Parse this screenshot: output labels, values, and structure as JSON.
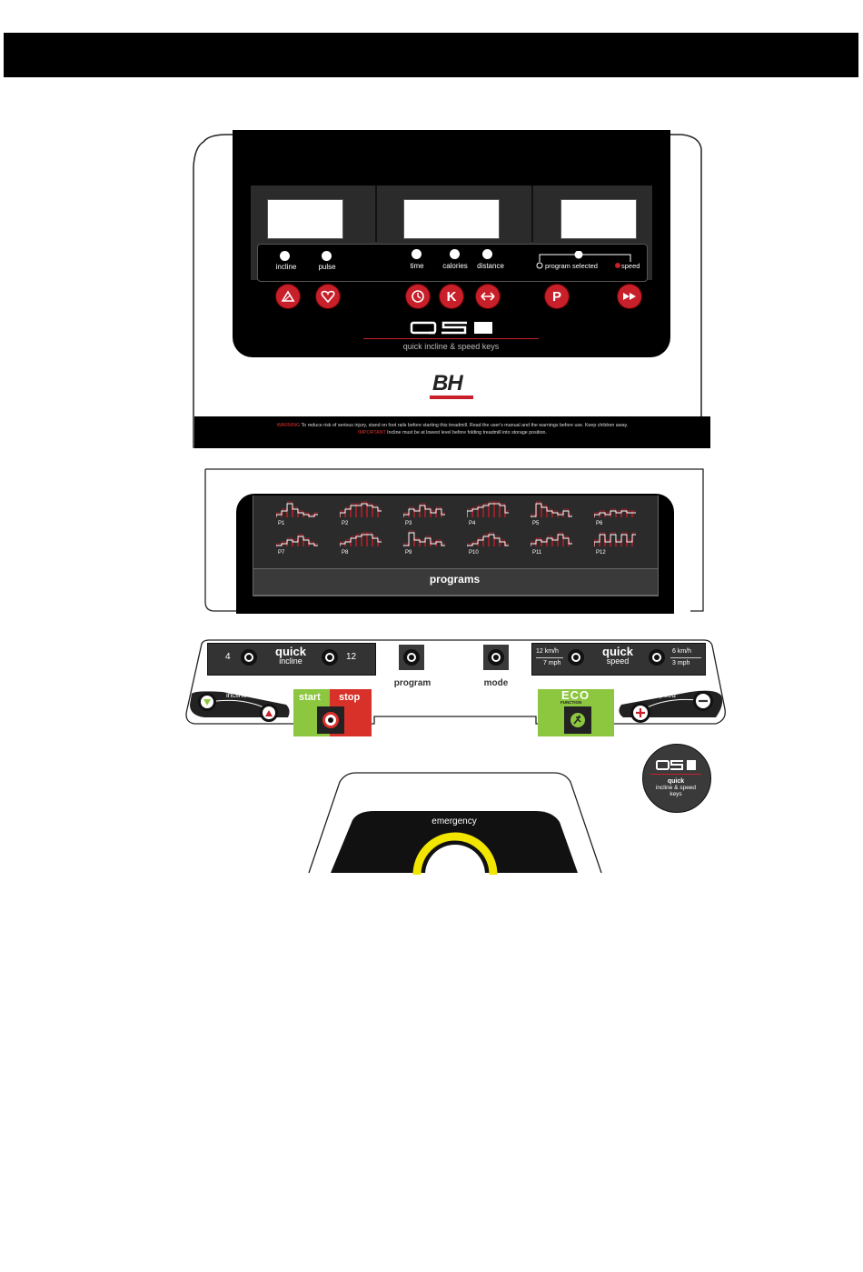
{
  "display": {
    "indicators_left": [
      "incline",
      "pulse"
    ],
    "indicators_mid": [
      "time",
      "calories",
      "distance"
    ],
    "program_selected": "program selected",
    "speed": "speed",
    "keys": [
      "K",
      "P"
    ],
    "brand_qsi": "QSI",
    "qsi_caption": "quick incline & speed keys",
    "brand_bh": "BH",
    "warning_label": "WARNING",
    "warning_text": "To reduce risk of serious injury, stand on foot rails before starting this treadmill. Read the user's manual and the warnings before use. Keep children away.",
    "important_label": "IMPORTANT",
    "important_text": "Incline must be at lowest level before folding treadmill into storage position."
  },
  "programs": {
    "row1": [
      "P1",
      "P2",
      "P3",
      "P4",
      "P5",
      "P6"
    ],
    "row2": [
      "P7",
      "P8",
      "P9",
      "P10",
      "P11",
      "P12"
    ],
    "title": "programs"
  },
  "keypad": {
    "incline_low": "4",
    "incline_high": "12",
    "quick": "quick",
    "incline_word": "incline",
    "speed_word": "speed",
    "program": "program",
    "mode": "mode",
    "speed_high_top": "12 km/h",
    "speed_high_bottom": "7 mph",
    "speed_low_top": "6 km/h",
    "speed_low_bottom": "3 mph",
    "incline_slide": "incline",
    "start": "start",
    "stop": "stop",
    "eco": "ECO",
    "eco_sub": "FUNCTION",
    "speed_slide": "speed"
  },
  "badge": {
    "brand": "QSI",
    "line1": "quick",
    "line2": "incline & speed",
    "line3": "keys"
  },
  "emergency": "emergency",
  "colors": {
    "accent_red": "#c8202a",
    "eco_green": "#8dc63f",
    "emergency_yellow": "#f2e600"
  }
}
